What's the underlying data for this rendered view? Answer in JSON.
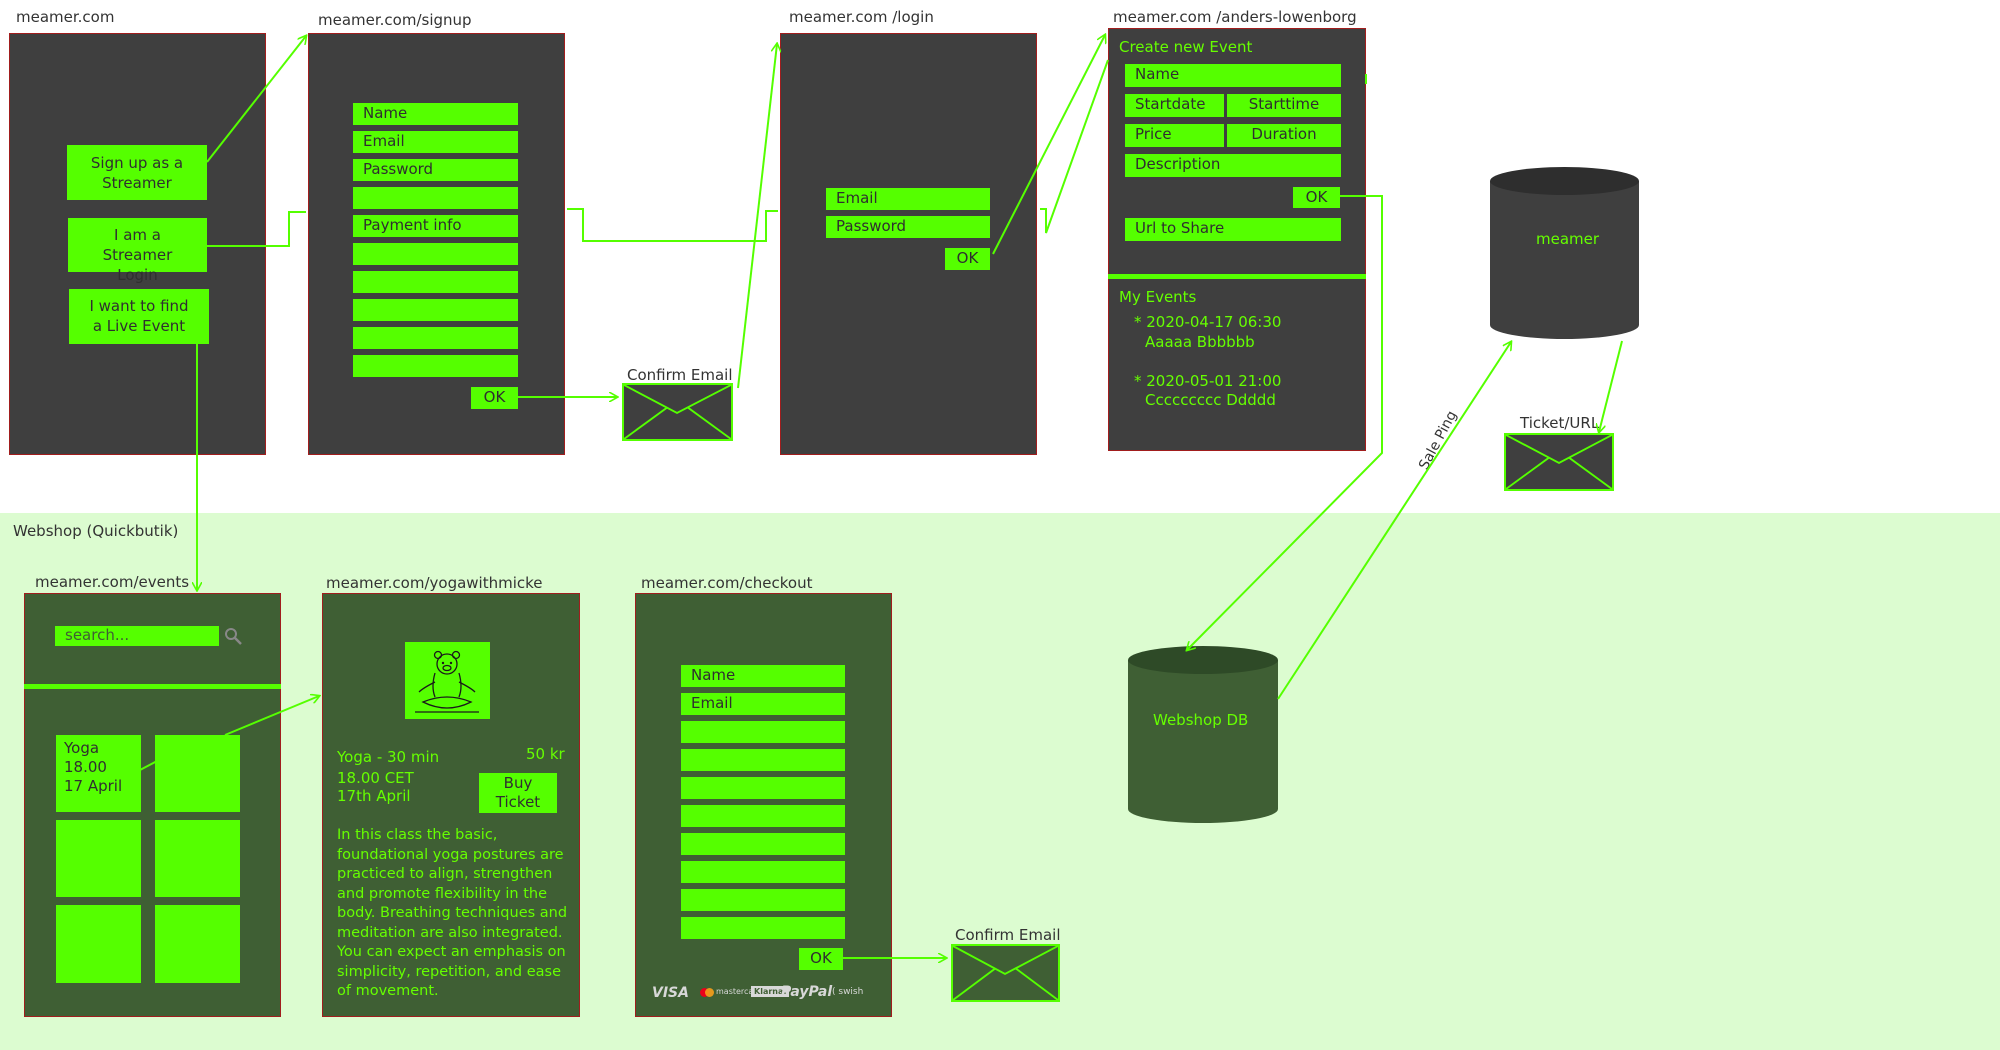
{
  "home": {
    "url": "meamer.com",
    "btn_signup": "Sign up as a Streamer",
    "btn_login": "I am a Streamer Login",
    "btn_find": "I want to find a Live Event"
  },
  "signup": {
    "url": "meamer.com/signup",
    "fields": [
      "Name",
      "Email",
      "Password",
      "",
      "Payment info",
      "",
      "",
      "",
      "",
      ""
    ],
    "ok": "OK"
  },
  "confirm_email_1": "Confirm Email",
  "login": {
    "url": "meamer.com /login",
    "fields": [
      "Email",
      "Password"
    ],
    "ok": "OK"
  },
  "profile": {
    "url": "meamer.com /anders-lowenborg",
    "create_title": "Create new Event",
    "name": "Name",
    "startdate": "Startdate",
    "starttime": "Starttime",
    "price": "Price",
    "duration": "Duration",
    "description": "Description",
    "ok": "OK",
    "url_share": "Url to Share",
    "my_events_title": "My Events",
    "events": [
      {
        "bullet": "* 2020-04-17 06:30",
        "name": "Aaaaa Bbbbbb"
      },
      {
        "bullet": "* 2020-05-01 21:00",
        "name": "Ccccccccc Ddddd"
      }
    ]
  },
  "meamer_db": "meamer",
  "ticket_url": "Ticket/URL",
  "sale_ping": "Sale Ping",
  "webshop_label": "Webshop (Quickbutik)",
  "events_page": {
    "url": "meamer.com/events",
    "search_placeholder": "search...",
    "tile_lines": [
      "Yoga",
      "18.00",
      "17 April"
    ]
  },
  "yoga_page": {
    "url": "meamer.com/yogawithmicke",
    "title": "Yoga - 30 min",
    "price": "50 kr",
    "time": "18.00 CET",
    "date": "17th April",
    "buy": "Buy Ticket",
    "description": "In this class the basic, foundational yoga postures are practiced to align, strengthen and promote flexibility in the body. Breathing techniques and meditation are also integrated. You can expect an emphasis on simplicity, repetition, and ease of movement."
  },
  "checkout": {
    "url": "meamer.com/checkout",
    "fields": [
      "Name",
      "Email",
      "",
      "",
      "",
      "",
      "",
      "",
      "",
      ""
    ],
    "ok": "OK",
    "payments": [
      "VISA",
      "mastercard",
      "Klarna.",
      "PayPal",
      "swish"
    ]
  },
  "confirm_email_2": "Confirm Email",
  "webshop_db": "Webshop DB",
  "colors": {
    "accent": "#55ff00",
    "dark": "#3f3f3f",
    "olive": "#3f5f34",
    "border": "#a11d1d",
    "region": "#dcfcd0"
  }
}
